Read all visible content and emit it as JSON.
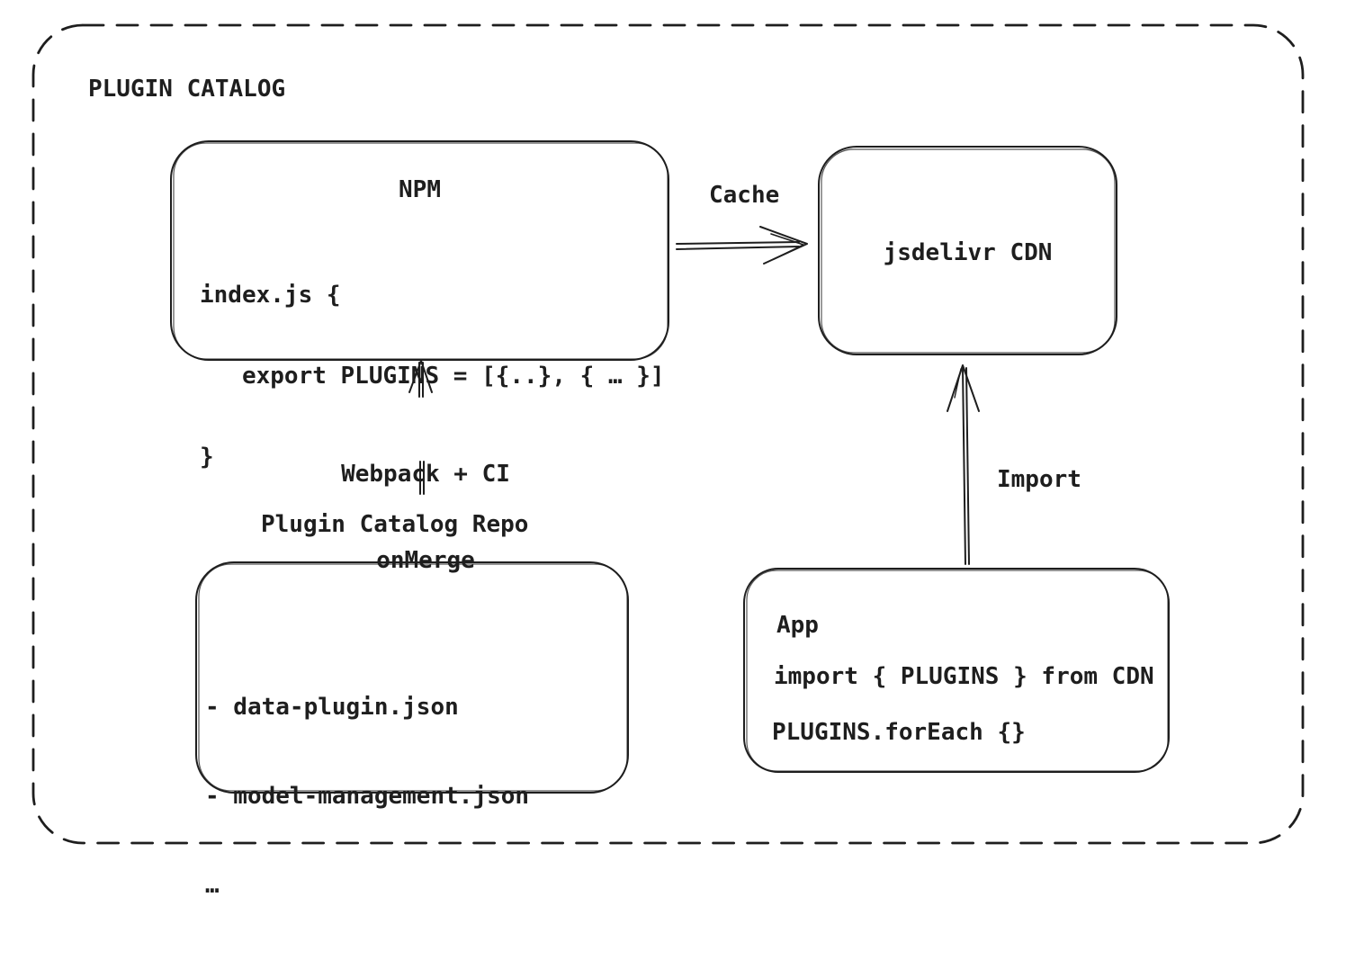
{
  "page": {
    "background": "#ffffff",
    "stroke_color": "#1e1e1e"
  },
  "diagram": {
    "title": "PLUGIN CATALOG",
    "nodes": {
      "npm": {
        "title": "NPM",
        "code": [
          "index.js {",
          "   export PLUGINS = [{..}, { … }]",
          "}"
        ]
      },
      "cdn": {
        "label": "jsdelivr CDN"
      },
      "repo": {
        "label": "Plugin Catalog Repo",
        "files": [
          "- data-plugin.json",
          "- model-management.json",
          "…"
        ]
      },
      "app": {
        "title": "App",
        "code": [
          "import { PLUGINS } from CDN",
          "PLUGINS.forEach {}"
        ]
      }
    },
    "edges": {
      "cache": {
        "label": "Cache"
      },
      "build": {
        "label": [
          "Webpack + CI",
          "onMerge"
        ]
      },
      "import": {
        "label": "Import"
      }
    }
  }
}
